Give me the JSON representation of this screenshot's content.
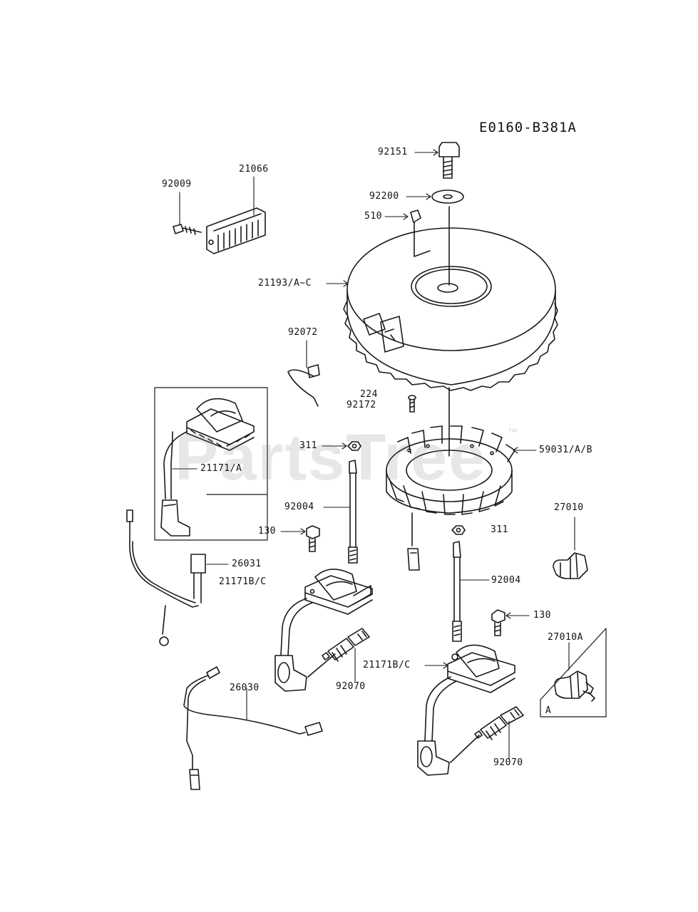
{
  "diagram_code": "E0160-B381A",
  "watermark": {
    "text": "PartsTree",
    "trademark": "™"
  },
  "labels": {
    "p92151": "92151",
    "p92200": "92200",
    "p510": "510",
    "p21066": "21066",
    "p92009": "92009",
    "p21193": "21193/A~C",
    "p92072": "92072",
    "p224": "224",
    "p92172": "92172",
    "p311_a": "311",
    "p59031": "59031/A/B",
    "p21171a": "21171/A",
    "p92004_a": "92004",
    "p130_a": "130",
    "p27010": "27010",
    "p311_b": "311",
    "p26031": "26031",
    "p21171bc_a": "21171B/C",
    "p92004_b": "92004",
    "p130_b": "130",
    "p27010a": "27010A",
    "p_a": "A",
    "p21171bc_b": "21171B/C",
    "p92070_a": "92070",
    "p26030": "26030",
    "p92070_b": "92070"
  },
  "colors": {
    "line": "#1a1a1a",
    "watermark": "#b0b0b0"
  }
}
